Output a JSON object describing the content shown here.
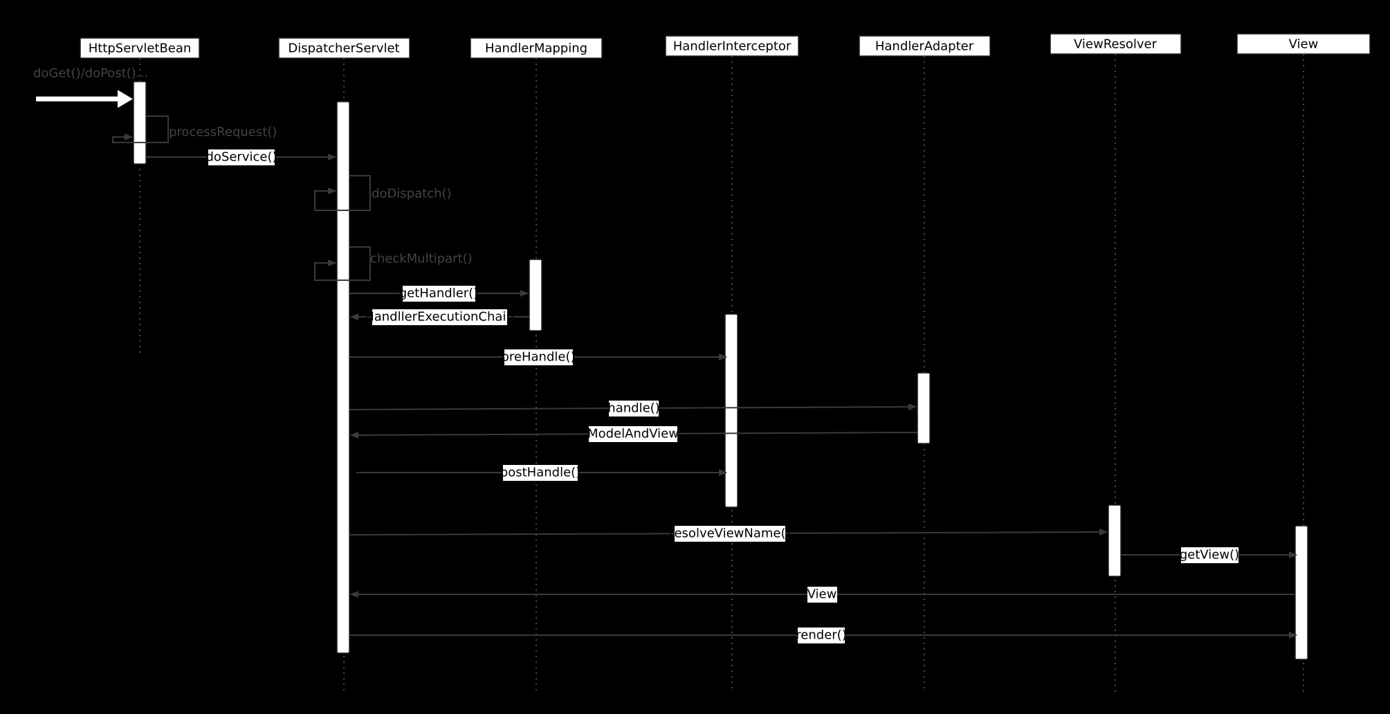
{
  "participants": [
    {
      "id": "hsb",
      "label": "HttpServletBean"
    },
    {
      "id": "ds",
      "label": "DispatcherServlet"
    },
    {
      "id": "hm",
      "label": "HandlerMapping"
    },
    {
      "id": "hi",
      "label": "HandlerInterceptor"
    },
    {
      "id": "ha",
      "label": "HandlerAdapter"
    },
    {
      "id": "vr",
      "label": "ViewResolver"
    },
    {
      "id": "v",
      "label": "View"
    }
  ],
  "messages": [
    {
      "id": "entry",
      "label": "doGet()/doPost()...",
      "from": "external",
      "to": "hsb"
    },
    {
      "id": "process",
      "label": "processRequest()",
      "from": "hsb",
      "to": "hsb"
    },
    {
      "id": "doservice",
      "label": "doService()",
      "from": "hsb",
      "to": "ds"
    },
    {
      "id": "dodispatch",
      "label": "doDispatch()",
      "from": "ds",
      "to": "ds"
    },
    {
      "id": "checkmulti",
      "label": "checkMultipart()",
      "from": "ds",
      "to": "ds"
    },
    {
      "id": "gethandler",
      "label": "getHandler()",
      "from": "ds",
      "to": "hm"
    },
    {
      "id": "chain",
      "label": "HandllerExecutionChain",
      "from": "hm",
      "to": "ds"
    },
    {
      "id": "prehandle",
      "label": "preHandle()",
      "from": "ds",
      "to": "hi"
    },
    {
      "id": "handle",
      "label": "handle()",
      "from": "ds",
      "to": "ha"
    },
    {
      "id": "mav",
      "label": "ModelAndView",
      "from": "ha",
      "to": "ds"
    },
    {
      "id": "posthandle",
      "label": "postHandle()",
      "from": "ds",
      "to": "hi"
    },
    {
      "id": "resolve",
      "label": "resolveViewName()",
      "from": "ds",
      "to": "vr"
    },
    {
      "id": "getview",
      "label": "getView()",
      "from": "vr",
      "to": "v"
    },
    {
      "id": "view",
      "label": "View",
      "from": "v",
      "to": "ds"
    },
    {
      "id": "render",
      "label": "render()",
      "from": "ds",
      "to": "v"
    }
  ]
}
